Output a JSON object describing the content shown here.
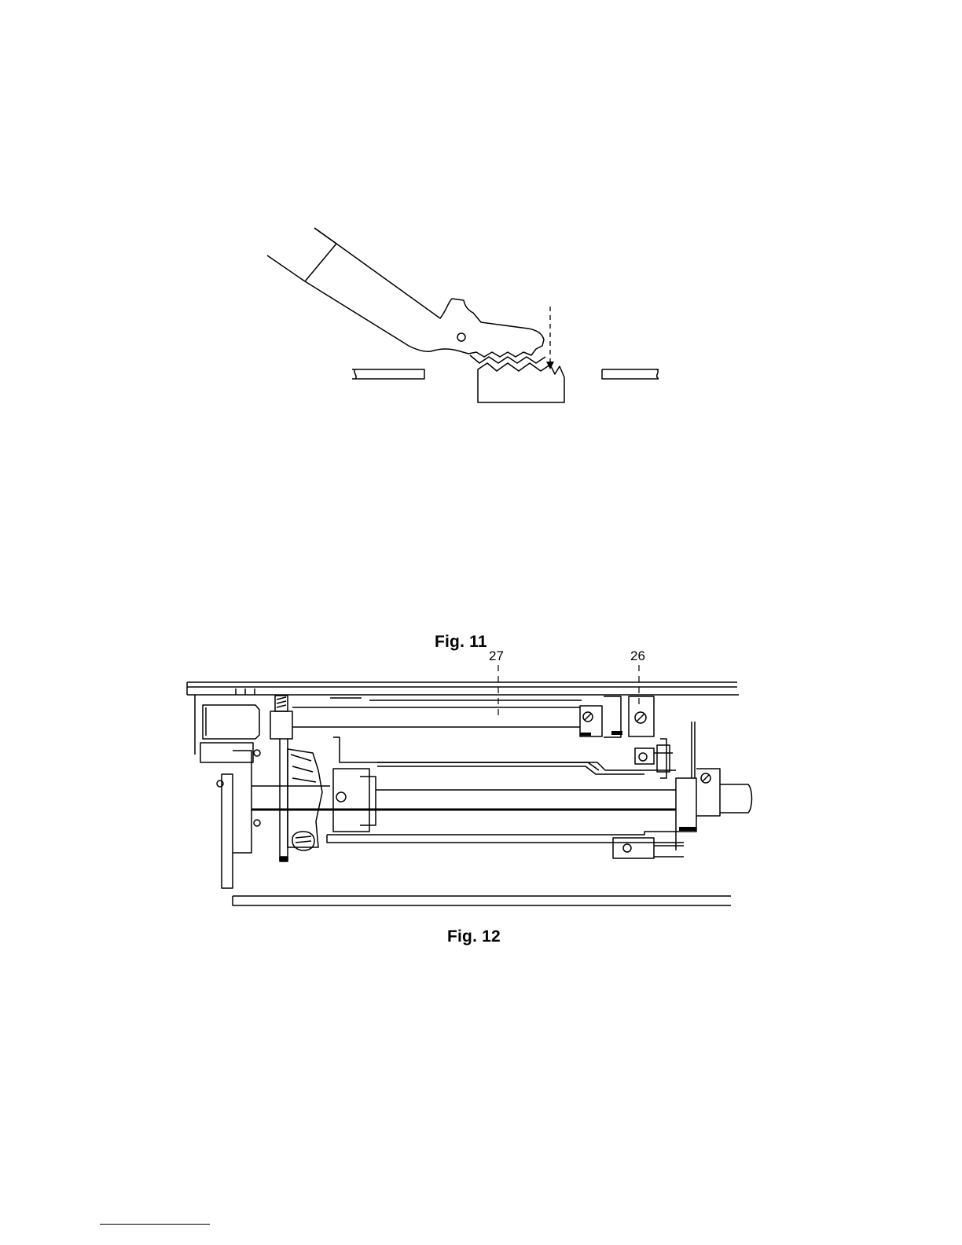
{
  "figures": [
    {
      "caption": "Fig. 11",
      "callouts": []
    },
    {
      "caption": "Fig. 12",
      "callouts": [
        "27",
        "26"
      ]
    }
  ]
}
